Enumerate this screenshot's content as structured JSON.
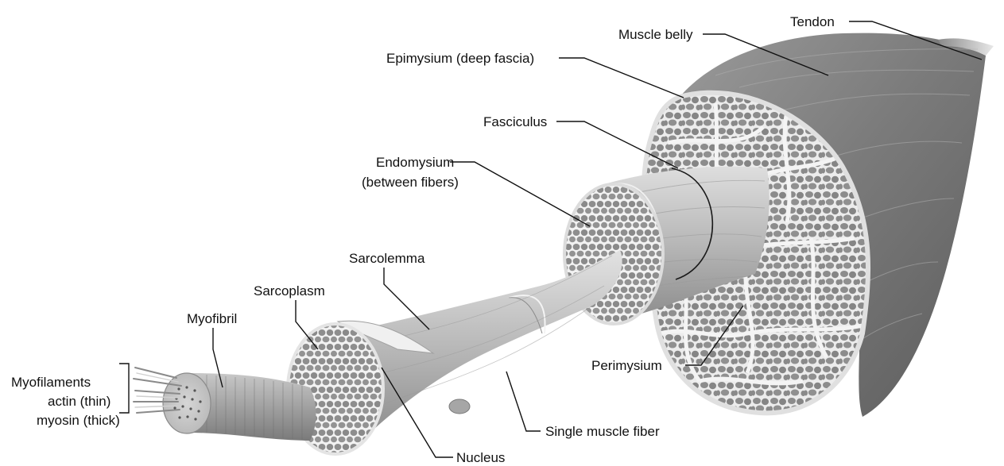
{
  "labels": {
    "tendon": "Tendon",
    "muscle_belly": "Muscle belly",
    "epimysium": "Epimysium (deep fascia)",
    "fasciculus": "Fasciculus",
    "endomysium_line1": "Endomysium",
    "endomysium_line2": "(between fibers)",
    "sarcolemma": "Sarcolemma",
    "sarcoplasm": "Sarcoplasm",
    "myofibril": "Myofibril",
    "myofilaments": "Myofilaments",
    "actin": "actin (thin)",
    "myosin": "myosin (thick)",
    "perimysium": "Perimysium",
    "single_muscle_fiber": "Single muscle fiber",
    "nucleus": "Nucleus"
  }
}
